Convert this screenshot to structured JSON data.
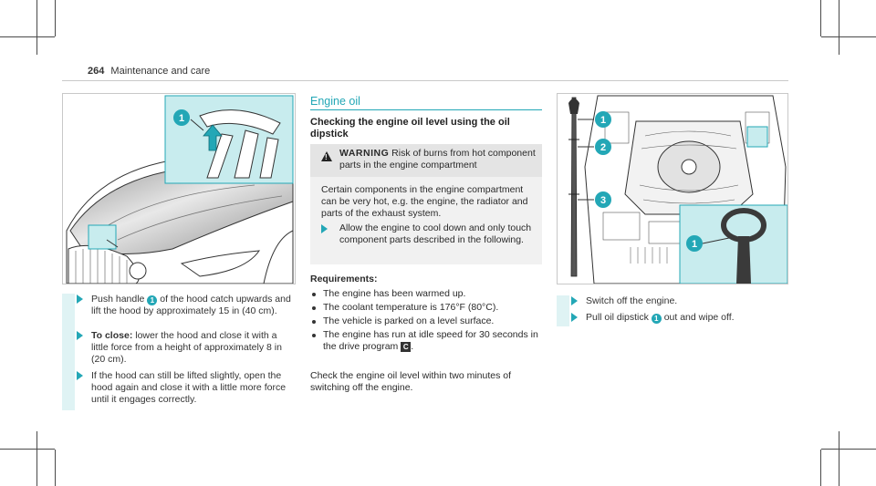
{
  "header": {
    "page_number": "264",
    "section": "Maintenance and care"
  },
  "left": {
    "steps": [
      {
        "prefix": "Push handle ",
        "callout": "1",
        "suffix": " of the hood catch upwards and lift the hood by approximately 15 in (40 cm)."
      },
      {
        "bold": "To close:",
        "text": " lower the hood and close it with a little force from a height of approximately 8 in (20 cm)."
      },
      {
        "text": "If the hood can still be lifted slightly, open the hood again and close it with a little more force until it engages correctly."
      }
    ]
  },
  "middle": {
    "section_title": "Engine oil",
    "subtitle": "Checking the engine oil level using the oil dipstick",
    "warning": {
      "label": "WARNING",
      "headline": " Risk of burns from hot component parts in the engine compartment",
      "body": "Certain components in the engine compartment can be very hot, e.g. the engine, the radiator and parts of the exhaust system.",
      "step": "Allow the engine to cool down and only touch component parts described in the following."
    },
    "requirements_title": "Requirements:",
    "requirements": [
      "The engine has been warmed up.",
      "The coolant temperature is 176°F (80°C).",
      "The vehicle is parked on a level surface."
    ],
    "requirement_idle": {
      "text": "The engine has run at idle speed for 30 seconds in the drive program ",
      "icon": "C",
      "end": "."
    },
    "note": "Check the engine oil level within two minutes of switching off the engine."
  },
  "right": {
    "steps": [
      {
        "text": "Switch off the engine."
      },
      {
        "prefix": "Pull oil dipstick ",
        "callout": "1",
        "suffix": " out and wipe off."
      }
    ]
  },
  "figures": {
    "hood": {
      "callout": "1"
    },
    "engine": {
      "callouts": [
        "1",
        "2",
        "3"
      ],
      "inset_callout": "1"
    }
  },
  "colors": {
    "accent": "#23a7b6",
    "highlight": "#c8ecee",
    "step_bar": "#dff3f4"
  }
}
